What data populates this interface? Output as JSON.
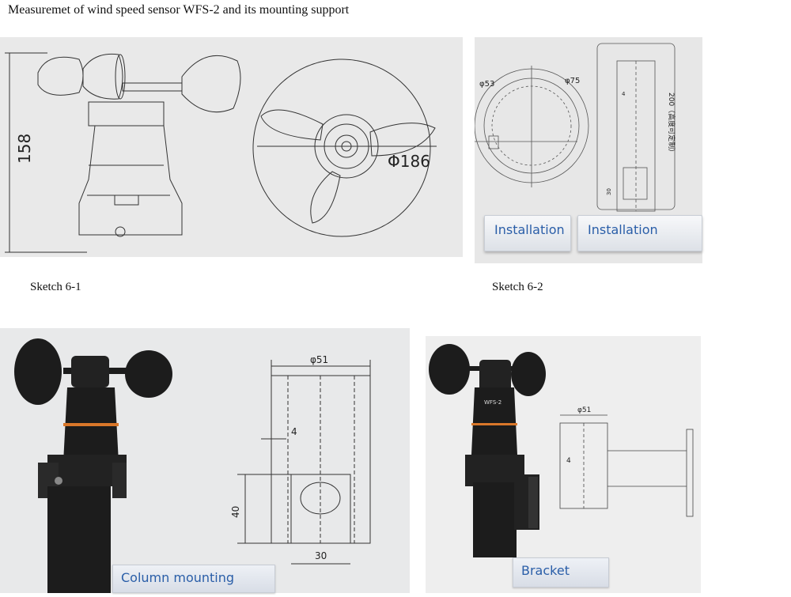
{
  "title": "Measuremet of wind speed sensor WFS-2 and its mounting support",
  "sketch1": {
    "caption": "Sketch 6-1",
    "height_dim": "158",
    "diameter_dim": "Φ186"
  },
  "sketch2": {
    "caption": "Sketch 6-2",
    "dim_phi53": "φ53",
    "dim_phi75": "φ75",
    "dim_height": "200（高度可定制）",
    "dim_small": "4",
    "dim_30": "30",
    "install_btn_1": "Installation",
    "install_btn_2": "Installation"
  },
  "column_mount": {
    "label": "Column mounting",
    "dim_phi51": "φ51",
    "dim_4": "4",
    "dim_40": "40",
    "dim_30": "30"
  },
  "bracket": {
    "label": "Bracket",
    "dim_phi51": "φ51",
    "dim_4": "4",
    "brand": "WFS-2"
  },
  "colors": {
    "panel_bg": "#e9e9e9",
    "label_text": "#2a5ea8",
    "sensor_body": "#1c1c1c",
    "accent_ring": "#d9772a"
  }
}
